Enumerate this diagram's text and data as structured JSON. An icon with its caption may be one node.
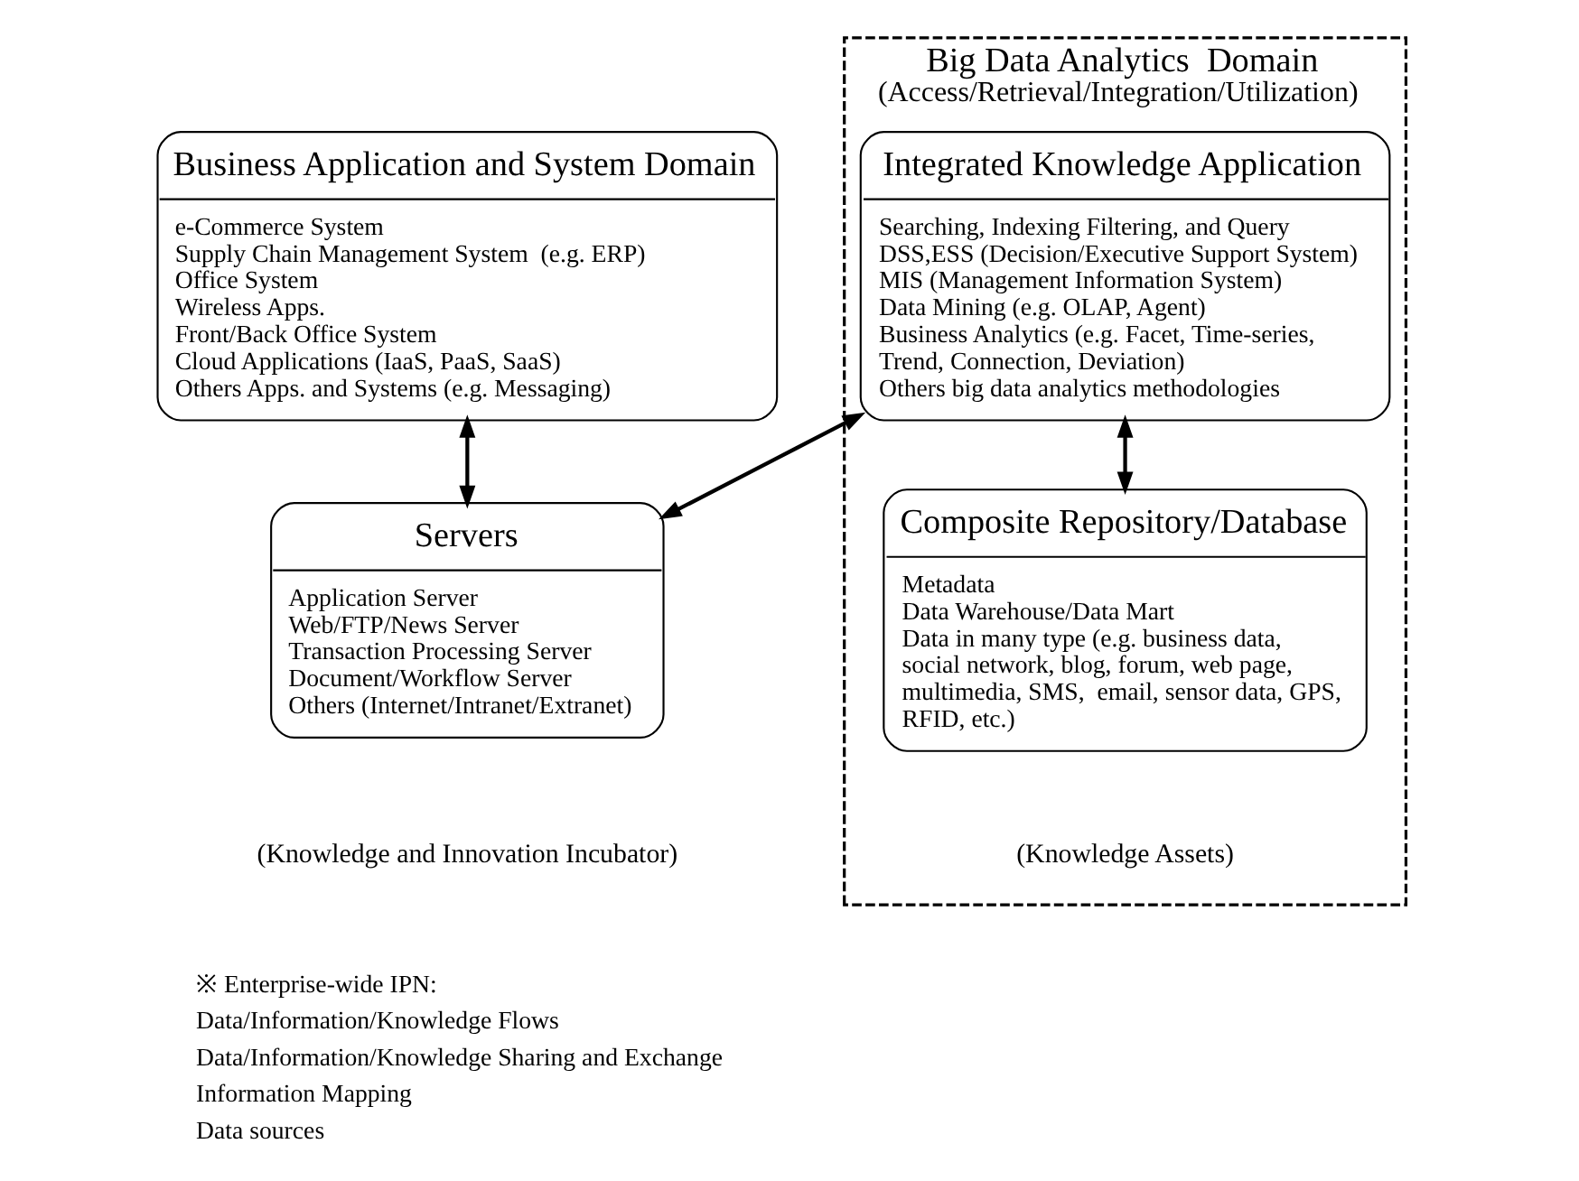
{
  "diagram": {
    "nodes": [
      {
        "text": [
          "Business Application and System Domain",
          "e-Commerce System",
          "Supply Chain Management System  (e.g. ERP)",
          "Office System",
          "Wireless Apps.",
          "Front/Back Office System",
          "Cloud Applications (IaaS, PaaS, SaaS)",
          "Others Apps. and Systems (e.g. Messaging)"
        ]
      },
      {
        "text": [
          "Servers",
          "Application Server",
          "Web/FTP/News Server",
          "Transaction Processing Server",
          "Document/Workflow Server",
          "Others (Internet/Intranet/Extranet)"
        ],
        "beside": [
          "(Knowledge and Innovation Incubator)"
        ]
      },
      {
        "text": [
          "Big Data Analytics  Domain",
          "(Access/Retrieval/Integration/Utilization)"
        ]
      },
      {
        "text": [
          "Integrated Knowledge Application",
          "Searching, Indexing Filtering, and Query",
          "DSS,ESS (Decision/Executive Support System)",
          "MIS (Management Information System)",
          "Data Mining (e.g. OLAP, Agent)",
          "Business Analytics (e.g. Facet, Time-series, Trend, Connection, Deviation)",
          "Others big data analytics methodologies"
        ],
        "in": 2
      },
      {
        "text": [
          "Composite Repository/Database",
          "Metadata",
          "Data Warehouse/Data Mart",
          "Data in many type (e.g. business data, social network, blog, forum, web page, multimedia, SMS,  email, sensor data, GPS,  RFID, etc.)"
        ],
        "in": 2,
        "beside": [
          "(Knowledge Assets)"
        ]
      }
    ],
    "edges": [
      {
        "from": 0,
        "to": 1,
        "arrow": "both"
      },
      {
        "from": 3,
        "to": 1,
        "arrow": "both"
      },
      {
        "from": 3,
        "to": 4,
        "arrow": "both"
      }
    ],
    "labels": [
      "※ Enterprise-wide IPN:",
      "Data/Information/Knowledge Flows",
      "Data/Information/Knowledge Sharing and Exchange",
      "Information Mapping",
      "Data sources"
    ]
  }
}
